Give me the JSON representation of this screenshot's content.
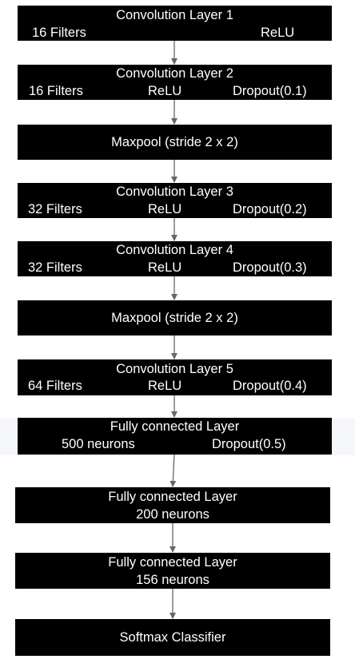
{
  "diagram": {
    "nodes": [
      {
        "id": "conv1",
        "title": "Convolution Layer 1",
        "left": "16 Filters",
        "mid": "",
        "right": "ReLU"
      },
      {
        "id": "conv2",
        "title": "Convolution Layer 2",
        "left": "16 Filters",
        "mid": "ReLU",
        "right": "Dropout(0.1)"
      },
      {
        "id": "pool1",
        "title": "Maxpool (stride 2 x 2)"
      },
      {
        "id": "conv3",
        "title": "Convolution Layer 3",
        "left": "32 Filters",
        "mid": "ReLU",
        "right": "Dropout(0.2)"
      },
      {
        "id": "conv4",
        "title": "Convolution Layer 4",
        "left": "32 Filters",
        "mid": "ReLU",
        "right": "Dropout(0.3)"
      },
      {
        "id": "pool2",
        "title": "Maxpool (stride 2 x 2)"
      },
      {
        "id": "conv5",
        "title": "Convolution Layer 5",
        "left": "64 Filters",
        "mid": "ReLU",
        "right": "Dropout(0.4)"
      },
      {
        "id": "fc1",
        "title": "Fully connected Layer",
        "left": "500 neurons",
        "right": "Dropout(0.5)"
      },
      {
        "id": "fc2",
        "title": "Fully connected Layer",
        "sub": "200 neurons"
      },
      {
        "id": "fc3",
        "title": "Fully connected Layer",
        "sub": "156 neurons"
      },
      {
        "id": "softmax",
        "title": "Softmax Classifier"
      }
    ],
    "edges": [
      [
        "conv1",
        "conv2"
      ],
      [
        "conv2",
        "pool1"
      ],
      [
        "pool1",
        "conv3"
      ],
      [
        "conv3",
        "conv4"
      ],
      [
        "conv4",
        "pool2"
      ],
      [
        "pool2",
        "conv5"
      ],
      [
        "conv5",
        "fc1"
      ],
      [
        "fc1",
        "fc2"
      ],
      [
        "fc2",
        "fc3"
      ],
      [
        "fc3",
        "softmax"
      ]
    ],
    "colors": {
      "node_fill": "#000000",
      "node_text": "#ffffff",
      "edge": "#666666"
    }
  }
}
